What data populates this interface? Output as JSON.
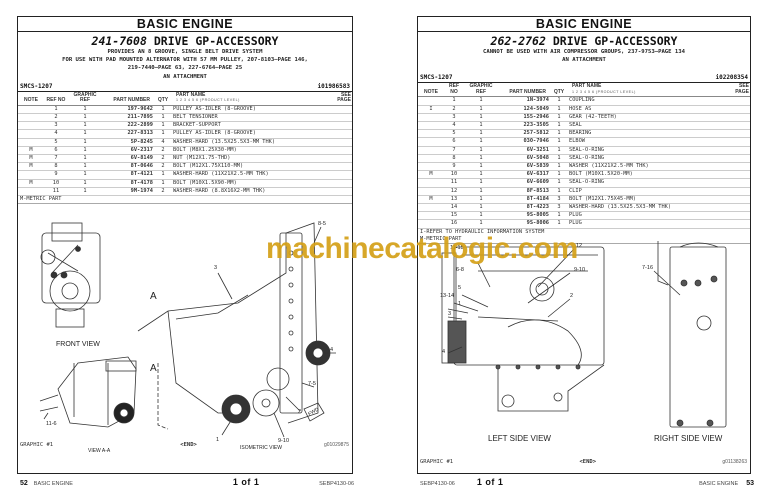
{
  "left_page": {
    "section_title": "BASIC ENGINE",
    "group": {
      "part_number": "241-7608",
      "name": "DRIVE GP-ACCESSORY",
      "description_lines": [
        "PROVIDES AN 8 GROOVE, SINGLE BELT DRIVE SYSTEM",
        "FOR USE WITH PAD MOUNTED ALTERNATOR WITH 57 MM PULLEY, 207-8103—PAGE 146,",
        "219-7440—PAGE 63, 227-6764—PAGE 25",
        "AN ATTACHMENT"
      ]
    },
    "smcs": "SMCS-1207",
    "doc_id": "i01986583",
    "columns": {
      "note": "NOTE",
      "ref_no": "REF NO",
      "graphic_ref": "GRAPHIC REF",
      "part_number": "PART NUMBER",
      "qty": "QTY",
      "part_name": "PART NAME",
      "product_level": "1  2  3  4  5  6  (PRODUCT LEVEL)",
      "see_page": "SEE PAGE"
    },
    "rows": [
      {
        "note": "",
        "ref": "1",
        "graphic": "1",
        "part_number": "197-9642",
        "qty": "1",
        "name": "PULLEY AS-IDLER (8-GROOVE)"
      },
      {
        "note": "",
        "ref": "2",
        "graphic": "1",
        "part_number": "211-7895",
        "qty": "1",
        "name": "BELT TENSIONER"
      },
      {
        "note": "",
        "ref": "3",
        "graphic": "1",
        "part_number": "222-2899",
        "qty": "1",
        "name": "BRACKET-SUPPORT"
      },
      {
        "note": "",
        "ref": "4",
        "graphic": "1",
        "part_number": "227-8313",
        "qty": "1",
        "name": "PULLEY AS-IDLER (8-GROOVE)"
      },
      {
        "note": "",
        "ref": "5",
        "graphic": "1",
        "part_number": "5P-8245",
        "qty": "4",
        "name": "WASHER-HARD (13.5X25.5X3-MM THK)"
      },
      {
        "note": "M",
        "ref": "6",
        "graphic": "1",
        "part_number": "6V-2317",
        "qty": "2",
        "name": "BOLT (M8X1.25X30-MM)"
      },
      {
        "note": "M",
        "ref": "7",
        "graphic": "1",
        "part_number": "6V-8149",
        "qty": "2",
        "name": "NUT (M12X1.75-THD)"
      },
      {
        "note": "M",
        "ref": "8",
        "graphic": "1",
        "part_number": "8T-0646",
        "qty": "2",
        "name": "BOLT (M12X1.75X110-MM)"
      },
      {
        "note": "",
        "ref": "9",
        "graphic": "1",
        "part_number": "8T-4121",
        "qty": "1",
        "name": "WASHER-HARD (11X21X2.5-MM THK)"
      },
      {
        "note": "M",
        "ref": "10",
        "graphic": "1",
        "part_number": "8T-4178",
        "qty": "1",
        "name": "BOLT (M10X1.5X90-MM)"
      },
      {
        "note": "",
        "ref": "11",
        "graphic": "1",
        "part_number": "9M-1974",
        "qty": "2",
        "name": "WASHER-HARD (8.8X16X2-MM THK)"
      }
    ],
    "notes": [
      "M-METRIC PART"
    ],
    "figure": {
      "views": [
        "FRONT VIEW",
        "VIEW A-A",
        "ISOMETRIC VIEW"
      ],
      "section_marker": "A",
      "fwd_label": "FWD",
      "callouts": [
        "8-5",
        "3",
        "4",
        "7-5",
        "2",
        "9-10",
        "1",
        "11-6"
      ],
      "graphic_label": "GRAPHIC #1",
      "end_label": "<END>",
      "graphic_id": "g01029875"
    },
    "footer": {
      "page_number": "52",
      "section": "BASIC ENGINE",
      "page_of": "1 of 1",
      "doc_code": "SEBP4130-06"
    }
  },
  "right_page": {
    "section_title": "BASIC ENGINE",
    "group": {
      "part_number": "262-2762",
      "name": "DRIVE GP-ACCESSORY",
      "description_lines": [
        "CANNOT BE USED WITH AIR COMPRESSOR GROUPS, 237-9753—PAGE 134",
        "AN ATTACHMENT"
      ]
    },
    "smcs": "SMCS-1207",
    "doc_id": "i02208354",
    "columns": {
      "note": "NOTE",
      "ref_no": "REF NO",
      "graphic_ref": "GRAPHIC REF",
      "part_number": "PART NUMBER",
      "qty": "QTY",
      "part_name": "PART NAME",
      "product_level": "1  2  3  4  5  6  (PRODUCT LEVEL)",
      "see_page": "SEE PAGE"
    },
    "rows": [
      {
        "note": "",
        "ref": "1",
        "graphic": "1",
        "part_number": "1N-3974",
        "qty": "1",
        "name": "COUPLING"
      },
      {
        "note": "I",
        "ref": "2",
        "graphic": "1",
        "part_number": "124-5049",
        "qty": "1",
        "name": "HOSE AS"
      },
      {
        "note": "",
        "ref": "3",
        "graphic": "1",
        "part_number": "155-2946",
        "qty": "1",
        "name": "GEAR (42-TEETH)"
      },
      {
        "note": "",
        "ref": "4",
        "graphic": "1",
        "part_number": "223-3505",
        "qty": "1",
        "name": "SEAL"
      },
      {
        "note": "",
        "ref": "5",
        "graphic": "1",
        "part_number": "257-5812",
        "qty": "1",
        "name": "BEARING"
      },
      {
        "note": "",
        "ref": "6",
        "graphic": "1",
        "part_number": "030-7946",
        "qty": "1",
        "name": "ELBOW"
      },
      {
        "note": "",
        "ref": "7",
        "graphic": "1",
        "part_number": "6V-3251",
        "qty": "1",
        "name": "SEAL-O-RING"
      },
      {
        "note": "",
        "ref": "8",
        "graphic": "1",
        "part_number": "6V-5048",
        "qty": "1",
        "name": "SEAL-O-RING"
      },
      {
        "note": "",
        "ref": "9",
        "graphic": "1",
        "part_number": "6V-5839",
        "qty": "1",
        "name": "WASHER (11X21X2.5-MM THK)"
      },
      {
        "note": "M",
        "ref": "10",
        "graphic": "1",
        "part_number": "6V-6317",
        "qty": "1",
        "name": "BOLT (M10X1.5X20-MM)"
      },
      {
        "note": "",
        "ref": "11",
        "graphic": "1",
        "part_number": "6V-6609",
        "qty": "1",
        "name": "SEAL-O-RING"
      },
      {
        "note": "",
        "ref": "12",
        "graphic": "1",
        "part_number": "8F-8513",
        "qty": "1",
        "name": "CLIP"
      },
      {
        "note": "M",
        "ref": "13",
        "graphic": "1",
        "part_number": "8T-4184",
        "qty": "3",
        "name": "BOLT (M12X1.75X45-MM)"
      },
      {
        "note": "",
        "ref": "14",
        "graphic": "1",
        "part_number": "8T-4223",
        "qty": "3",
        "name": "WASHER-HARD (13.5X25.5X3-MM THK)"
      },
      {
        "note": "",
        "ref": "15",
        "graphic": "1",
        "part_number": "9S-8005",
        "qty": "1",
        "name": "PLUG"
      },
      {
        "note": "",
        "ref": "16",
        "graphic": "1",
        "part_number": "9S-8006",
        "qty": "1",
        "name": "PLUG"
      }
    ],
    "notes": [
      "I-REFER TO HYDRAULIC INFORMATION SYSTEM",
      "M-METRIC PART"
    ],
    "figure": {
      "views": [
        "LEFT SIDE VIEW",
        "RIGHT SIDE VIEW"
      ],
      "callouts": [
        "11-15",
        "12",
        "6-8",
        "9-10",
        "5",
        "13-14",
        "1",
        "3",
        "2",
        "4",
        "7-16"
      ],
      "graphic_label": "GRAPHIC #1",
      "end_label": "<END>",
      "graphic_id": "g01138263"
    },
    "footer": {
      "doc_code": "SEBP4130-06",
      "page_of": "1 of 1",
      "section": "BASIC ENGINE",
      "page_number": "53"
    }
  },
  "watermark": "machinecatalogic.com"
}
